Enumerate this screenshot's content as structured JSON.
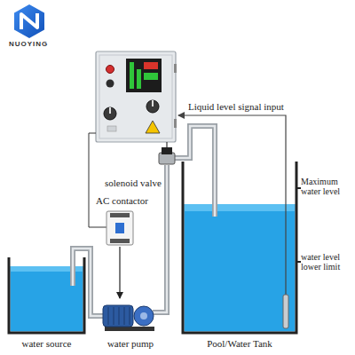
{
  "diagram": {
    "nodes": [
      {
        "text": [
          "solenoid valve"
        ]
      },
      {
        "text": [
          "AC contactor"
        ]
      },
      {
        "text": [
          "Pool/Water Tank"
        ]
      },
      {
        "text": [
          "water source"
        ]
      },
      {
        "text": [
          "water pump"
        ]
      }
    ],
    "edges": [
      {
        "from": 3,
        "to": 4,
        "arrow": "none"
      },
      {
        "from": 4,
        "to": 0,
        "arrow": "none"
      },
      {
        "from": 0,
        "to": 2,
        "arrow": "none"
      },
      {
        "from": 1,
        "to": 4,
        "arrow": "to"
      }
    ],
    "labels": [
      "NUOYING",
      "Liquid level signal input",
      "Maximum water level",
      "water level lower limit"
    ]
  }
}
